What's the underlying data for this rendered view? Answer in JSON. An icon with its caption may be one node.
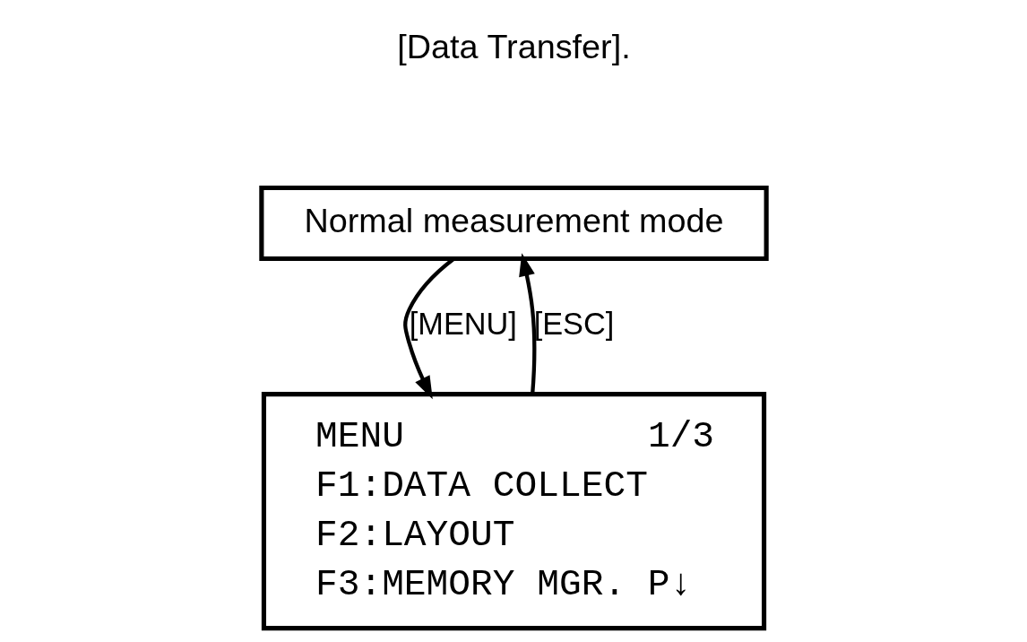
{
  "diagram": {
    "nodes": [
      {
        "text": [
          "Normal measurement mode"
        ]
      },
      {
        "text": [
          "MENU",
          "1/3",
          "F1:DATA COLLECT",
          "F2:LAYOUT",
          "F3:MEMORY MGR. P↓"
        ]
      }
    ],
    "edges": [
      {
        "from": 1,
        "to": 0,
        "arrow": "to",
        "label": "[ESC]"
      },
      {
        "from": 0,
        "to": 1,
        "arrow": "to",
        "label": "[MENU]"
      }
    ],
    "labels": [
      "[Data Transfer]."
    ]
  }
}
